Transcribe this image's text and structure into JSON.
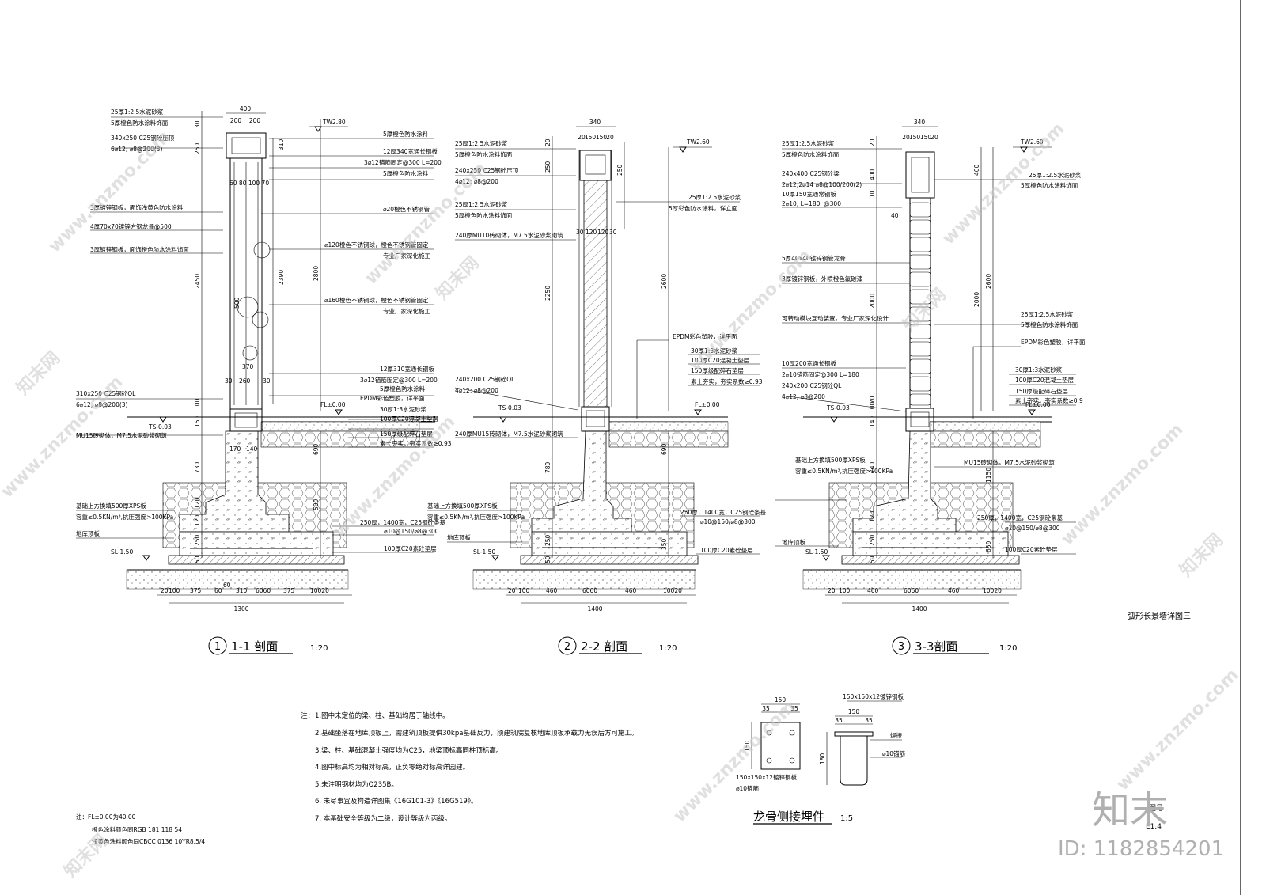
{
  "sheet": {
    "drawing_title": "弧形长景墙详图三",
    "drawing_no_label": "图号",
    "drawing_no": "E1.4",
    "watermark_site": "www.znzmo.com",
    "watermark_brand": "知末网",
    "logo_text": "知末",
    "id_text": "ID: 1182854201"
  },
  "section1": {
    "number": "1",
    "title": "1-1 剖面",
    "scale": "1:20",
    "dims_top": [
      "400",
      "200",
      "200"
    ],
    "dims_left": [
      "30",
      "250",
      "2450",
      "150",
      "100",
      "730",
      "120",
      "120",
      "250",
      "50"
    ],
    "dims_right": [
      "310",
      "2390",
      "2800",
      "690",
      "500"
    ],
    "dims_bottom": [
      "20",
      "100",
      "375",
      "60",
      "310",
      "6060",
      "375",
      "10020",
      "60"
    ],
    "dims_total": "1300",
    "inner_dims": [
      "60 80 100 70",
      "500",
      "370",
      "260",
      "30",
      "170",
      "140",
      "30"
    ],
    "elevations": [
      "TW2.80",
      "FL±0.00",
      "TS-0.03",
      "SL-1.50"
    ],
    "labels_left": [
      "25厚1:2.5水泥砂浆",
      "5厚橙色防水涂料饰面",
      "340x250 C25钢砼压顶",
      "6⌀12; ⌀8@200(3)",
      "3厚镀锌钢板，面饰浅黄色防水涂料",
      "4厚70x70镀锌方钢龙骨@500",
      "3厚镀锌钢板，面饰橙色防水涂料饰面",
      "310x250 C25钢砼QL",
      "6⌀12; ⌀8@200(3)",
      "MU15砖砌体，M7.5水泥砂浆砌筑",
      "基础上方换填500厚XPS板",
      "容重≤0.5KN/m³,抗压强度>100KPa",
      "地库顶板"
    ],
    "labels_right": [
      "5厚橙色防水涂料",
      "12厚340宽通长钢板",
      "3⌀12锚筋固定@300 L=200",
      "5厚橙色防水涂料",
      "⌀20橙色不锈钢管",
      "⌀120橙色不锈钢球，橙色不锈钢管固定",
      "专业厂家深化施工",
      "⌀160橙色不锈钢球，橙色不锈钢管固定",
      "专业厂家深化施工",
      "12厚310宽通长钢板",
      "3⌀12锚筋固定@300 L=200",
      "5厚橙色防水涂料",
      "EPDM彩色塑胶，详平面",
      "30厚1:3水泥砂浆",
      "100厚C20混凝土垫层",
      "150厚级配碎石垫层",
      "素土夯实，夯实系数≥0.93",
      "250厚，1400宽，C25钢砼条基",
      "⌀10@150/⌀8@300",
      "100厚C20素砼垫层"
    ]
  },
  "section2": {
    "number": "2",
    "title": "2-2 剖面",
    "scale": "1:20",
    "dims_top": [
      "340",
      "20",
      "150",
      "150",
      "20"
    ],
    "dims_left": [
      "20",
      "250",
      "2250",
      "780",
      "250",
      "50"
    ],
    "dims_right": [
      "2600",
      "690",
      "350"
    ],
    "dims_bottom": [
      "20",
      "100",
      "460",
      "6060",
      "460",
      "10020"
    ],
    "dims_total": "1400",
    "inner_dims": [
      "30",
      "120",
      "120",
      "30"
    ],
    "elevations": [
      "TW2.60",
      "FL±0.00",
      "TS-0.03",
      "SL-1.50"
    ],
    "labels_left": [
      "25厚1:2.5水泥砂浆",
      "5厚橙色防水涂料饰面",
      "240x250 C25钢砼压顶",
      "4⌀12; ⌀8@200",
      "25厚1:2.5水泥砂浆",
      "5厚橙色防水涂料饰面",
      "240厚MU10砖砌体，M7.5水泥砂浆砌筑",
      "240x200 C25钢砼QL",
      "4⌀12; ⌀8@200",
      "240厚MU15砖砌体，M7.5水泥砂浆砌筑",
      "基础上方换填500厚XPS板",
      "容重≤0.5KN/m³,抗压强度>100KPa",
      "地库顶板"
    ],
    "labels_right": [
      "25厚1:2.5水泥砂浆",
      "5厚彩色防水涂料，详立面",
      "EPDM彩色塑胶，详平面",
      "30厚1:3水泥砂浆",
      "100厚C20混凝土垫层",
      "150厚级配碎石垫层",
      "素土夯实，夯实系数≥0.93",
      "250厚，1400宽，C25钢砼条基",
      "⌀10@150/⌀8@300",
      "100厚C20素砼垫层"
    ]
  },
  "section3": {
    "number": "3",
    "title": "3-3剖面",
    "scale": "1:20",
    "dims_top": [
      "340",
      "20",
      "150",
      "150",
      "20"
    ],
    "dims_left": [
      "20",
      "400",
      "10",
      "40",
      "2000",
      "140",
      "100",
      "70",
      "740",
      "120",
      "250",
      "50"
    ],
    "dims_right": [
      "400",
      "2000",
      "2600",
      "1150",
      "650"
    ],
    "dims_bottom": [
      "20",
      "100",
      "460",
      "6060",
      "460",
      "10020"
    ],
    "dims_total": "1400",
    "elevations": [
      "TW2.60",
      "FL±0.00",
      "TS-0.03",
      "SL-1.50"
    ],
    "labels_left": [
      "25厚1:2.5水泥砂浆",
      "5厚橙色防水涂料饰面",
      "240x400 C25钢砼梁",
      "2⌀12;2⌀14 ⌀8@100/200(2)",
      "10厚150宽通常钢板",
      "2⌀10, L=180, @300",
      "5厚40x40镀锌钢管龙骨",
      "3厚镀锌钢板，外喷橙色氟碳漆",
      "可转动模块互动装置，专业厂家深化设计",
      "10厚200宽通长钢板",
      "2⌀10锚筋固定@300 L=180",
      "240x200 C25钢砼QL",
      "4⌀12; ⌀8@200",
      "基础上方换填500厚XPS板",
      "容重≤0.5KN/m³,抗压强度>100KPa",
      "地库顶板"
    ],
    "labels_right": [
      "25厚1:2.5水泥砂浆",
      "5厚橙色防水涂料饰面",
      "25厚1:2.5水泥砂浆",
      "5厚橙色防水涂料饰面",
      "EPDM彩色塑胶，详平面",
      "30厚1:3水泥砂浆",
      "100厚C20混凝土垫层",
      "150厚级配碎石垫层",
      "素土夯实，夯实系数≥0.9",
      "MU15砖砌体，M7.5水泥砂浆砌筑",
      "250厚，1400宽，C25钢砼条基",
      "⌀10@150/⌀8@300",
      "100厚C20素砼垫层"
    ]
  },
  "embed_detail": {
    "title": "龙骨侧接埋件",
    "scale": "1:5",
    "plan_dims": [
      "150",
      "35",
      "35",
      "150"
    ],
    "plan_labels": [
      "150x150x12镀锌钢板",
      "⌀10锚筋"
    ],
    "side_dims": [
      "150",
      "35",
      "35",
      "180"
    ],
    "side_labels": [
      "150x150x12镀锌钢板",
      "焊接",
      "⌀10锚筋"
    ]
  },
  "notes": {
    "heading": "注：",
    "items": [
      "1.图中未定位的梁、柱、基础均居于轴线中。",
      "2.基础坐落在地库顶板上，需建筑顶板提供30kpa基础反力，须建筑院复核地库顶板承载力无误后方可施工。",
      "3.梁、柱、基础混凝土强度均为C25，地梁顶标高同柱顶标高。",
      "4.图中标高均为相对标高，正负零绝对标高详园建。",
      "5.未注明钢材均为Q235B。",
      "6. 未尽事宜及构造详图集《16G101-3》《16G519》。",
      "7. 本基础安全等级为二级，设计等级为丙级。"
    ]
  },
  "color_notes": {
    "heading": "注：FL±0.00为40.00",
    "items": [
      "橙色涂料颜色同RGB 181 118 54",
      "浅黄色涂料颜色同CBCC 0136 10YR8.5/4"
    ]
  }
}
